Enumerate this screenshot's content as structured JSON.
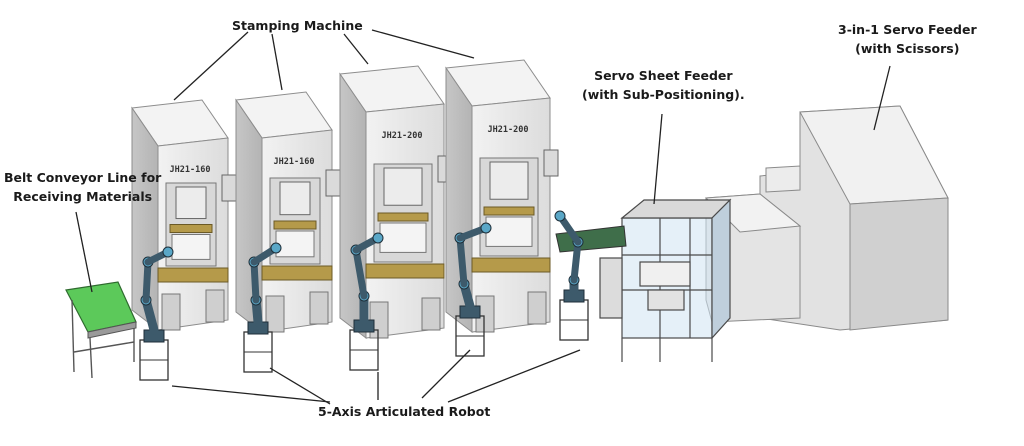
{
  "labels": {
    "stamping_machine": "Stamping Machine",
    "servo_feeder_line1": "3-in-1 Servo Feeder",
    "servo_feeder_line2": "(with Scissors)",
    "sheet_feeder_line1": "Servo Sheet Feeder",
    "sheet_feeder_line2": "(with Sub-Positioning).",
    "conveyor_line1": "Belt Conveyor Line for",
    "conveyor_line2": "Receiving Materials",
    "robot": "5-Axis Articulated Robot"
  },
  "machine_plates": [
    "JH21-160",
    "JH21-160",
    "JH21-200",
    "JH21-200"
  ],
  "colors": {
    "machine_body": "#e6e6e6",
    "machine_shade": "#c9c9c9",
    "robot": "#3d5a6b",
    "robot_accent": "#5aa7c7",
    "conveyor_belt": "#5cc95a",
    "slide_gold": "#b59a4a",
    "frame_glass": "#cfe3f3"
  }
}
